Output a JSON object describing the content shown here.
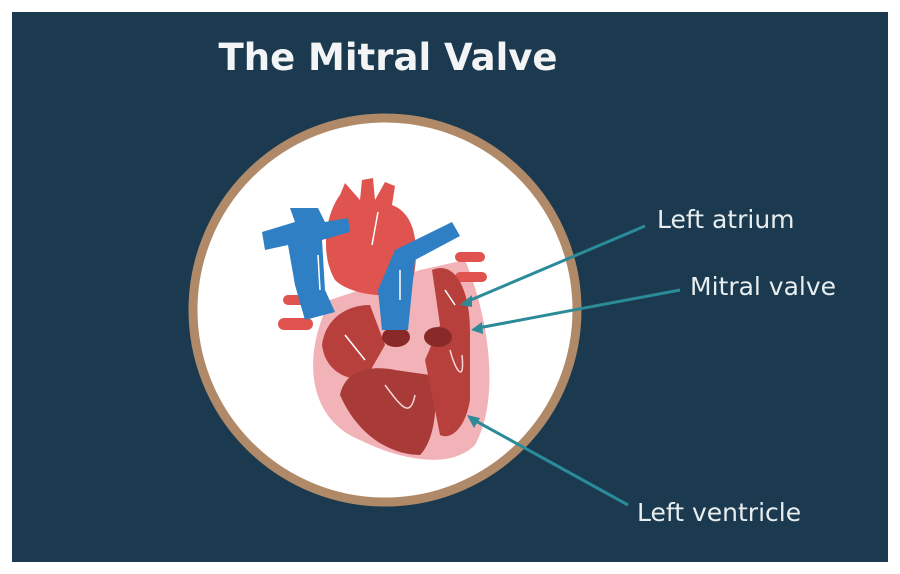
{
  "title": "The Mitral Valve",
  "labels": {
    "left_atrium": "Left atrium",
    "mitral_valve": "Mitral valve",
    "left_ventricle": "Left ventricle"
  },
  "colors": {
    "background": "#1b3a4f",
    "ring": "#b08a68",
    "pointer": "#2b8b98",
    "artery": "#e0544f",
    "vein": "#2f7fc4",
    "muscle": "#b8403c",
    "pericardium": "#f2b3b8"
  }
}
